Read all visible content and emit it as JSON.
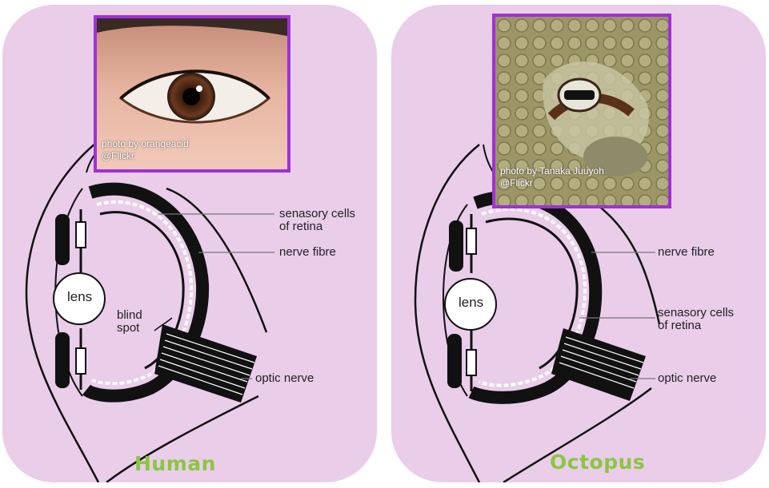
{
  "colors": {
    "panel_bg": "#e9cde9",
    "photo_border": "#a030d8",
    "title": "#8cc63f"
  },
  "human": {
    "title": "Human",
    "photo_credit_line1": "photo by orangeacid",
    "photo_credit_line2": "@Flickr",
    "lens_label": "lens",
    "blind_spot_line1": "blind",
    "blind_spot_line2": "spot",
    "sensory_cells_line1": "senasory cells",
    "sensory_cells_line2": "of retina",
    "nerve_fibre": "nerve fibre",
    "optic_nerve": "optic nerve"
  },
  "octopus": {
    "title": "Octopus",
    "photo_credit_line1": "photo by Tanaka Juuyoh",
    "photo_credit_line2": "@Flickr",
    "lens_label": "lens",
    "nerve_fibre": "nerve fibre",
    "sensory_cells_line1": "senasory cells",
    "sensory_cells_line2": "of retina",
    "optic_nerve": "optic nerve"
  }
}
